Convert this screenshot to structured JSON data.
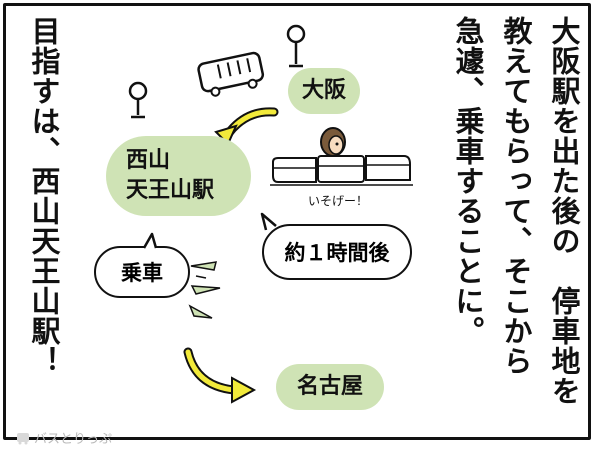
{
  "narration": {
    "col1": "大阪駅を出た後の",
    "col1b": "停車地を",
    "col2": "教えてもらって、そこから",
    "col3": "急遽、乗車することに。"
  },
  "caption_left": {
    "col1": "目指すは、",
    "col2": "西山天王山駅！"
  },
  "stations": {
    "osaka": "大阪",
    "nishiyama_line1": "西山",
    "nishiyama_line2": "天王山駅",
    "nagoya": "名古屋"
  },
  "bubbles": {
    "ride": "乗車",
    "one_hour_later": "約１時間後"
  },
  "small_text": {
    "hurry": "いそげー！"
  },
  "logo": {
    "text": "バスとりっぷ"
  },
  "colors": {
    "green": "#cfe3b5",
    "yellow": "#f2ea3a",
    "stroke": "#111111"
  }
}
